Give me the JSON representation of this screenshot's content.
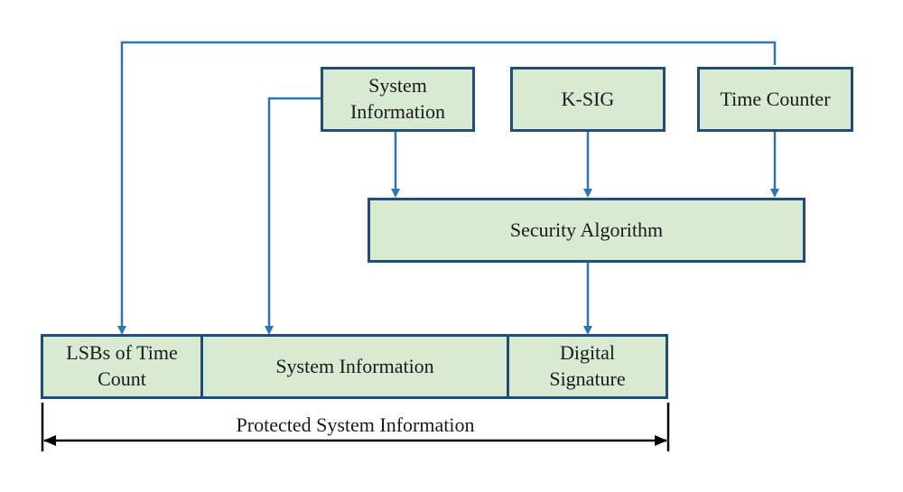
{
  "top_boxes": {
    "system_information": "System\nInformation",
    "k_sig": "K-SIG",
    "time_counter": "Time Counter"
  },
  "security_algorithm": "Security Algorithm",
  "bottom_row": {
    "lsbs_time_count": "LSBs of Time\nCount",
    "system_information": "System Information",
    "digital_signature": "Digital\nSignature"
  },
  "span_label": "Protected System Information",
  "colors": {
    "box_fill": "#d9ead3",
    "box_border": "#1f4e79",
    "arrow": "#2e75b6",
    "span_line": "#000000"
  }
}
